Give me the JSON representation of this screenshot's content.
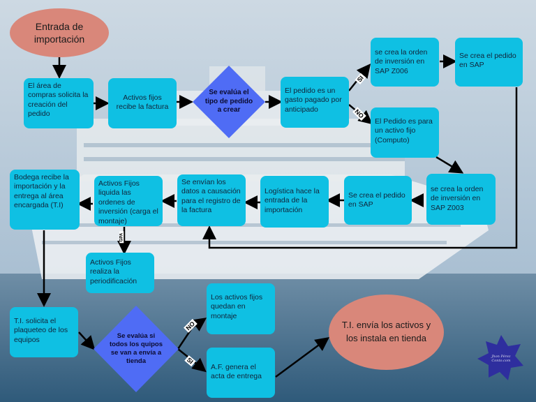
{
  "colors": {
    "box": "#0fc0e3",
    "oval": "#d9877a",
    "diamond": "#4f6cf5",
    "star": "#2e2e9e",
    "sea": "#3e6b8a",
    "sky": "#b8cadb"
  },
  "nodes": {
    "start": "Entrada de importación",
    "n1": "El área de compras solicita la creación del pedido",
    "n2": "Activos fijos recibe la factura",
    "d1": "Se evalúa el tipo de pedido a crear",
    "n3": "El pedido es un gasto pagado por anticipado",
    "n4": "se crea la orden de inversión en SAP Z006",
    "n5": "Se crea el pedido en SAP",
    "n6": "El Pedido es para un activo fijo (Computo)",
    "n7": "se crea la orden de inversión en SAP Z003",
    "n8": "Se crea el pedido en SAP",
    "n9": "Logística hace la entrada de la importación",
    "n10": "Se envían los datos a causación para el registro de la factura",
    "n11": "Activos Fijos liquida las ordenes de inversión (carga el montaje)",
    "n12": "Bodega recibe la importación y la entrega al área encargada (T.I)",
    "n13": "Activos Fijos realiza la periodificación",
    "n14": "T.I. solicita el plaqueteo de los equipos",
    "d2": "Se evalúa si todos los quipos se van a envía a tienda",
    "n15": "Los activos fijos quedan en montaje",
    "n16": "A.F. genera el acta de entrega",
    "end": "T.I. envía los activos y los instala en tienda"
  },
  "edge_labels": {
    "si1": "SI",
    "no1": "NO",
    "gpa": "GPA",
    "no2": "NO",
    "si2": "SI"
  },
  "signature": "Jhon Pérez Conto.com"
}
